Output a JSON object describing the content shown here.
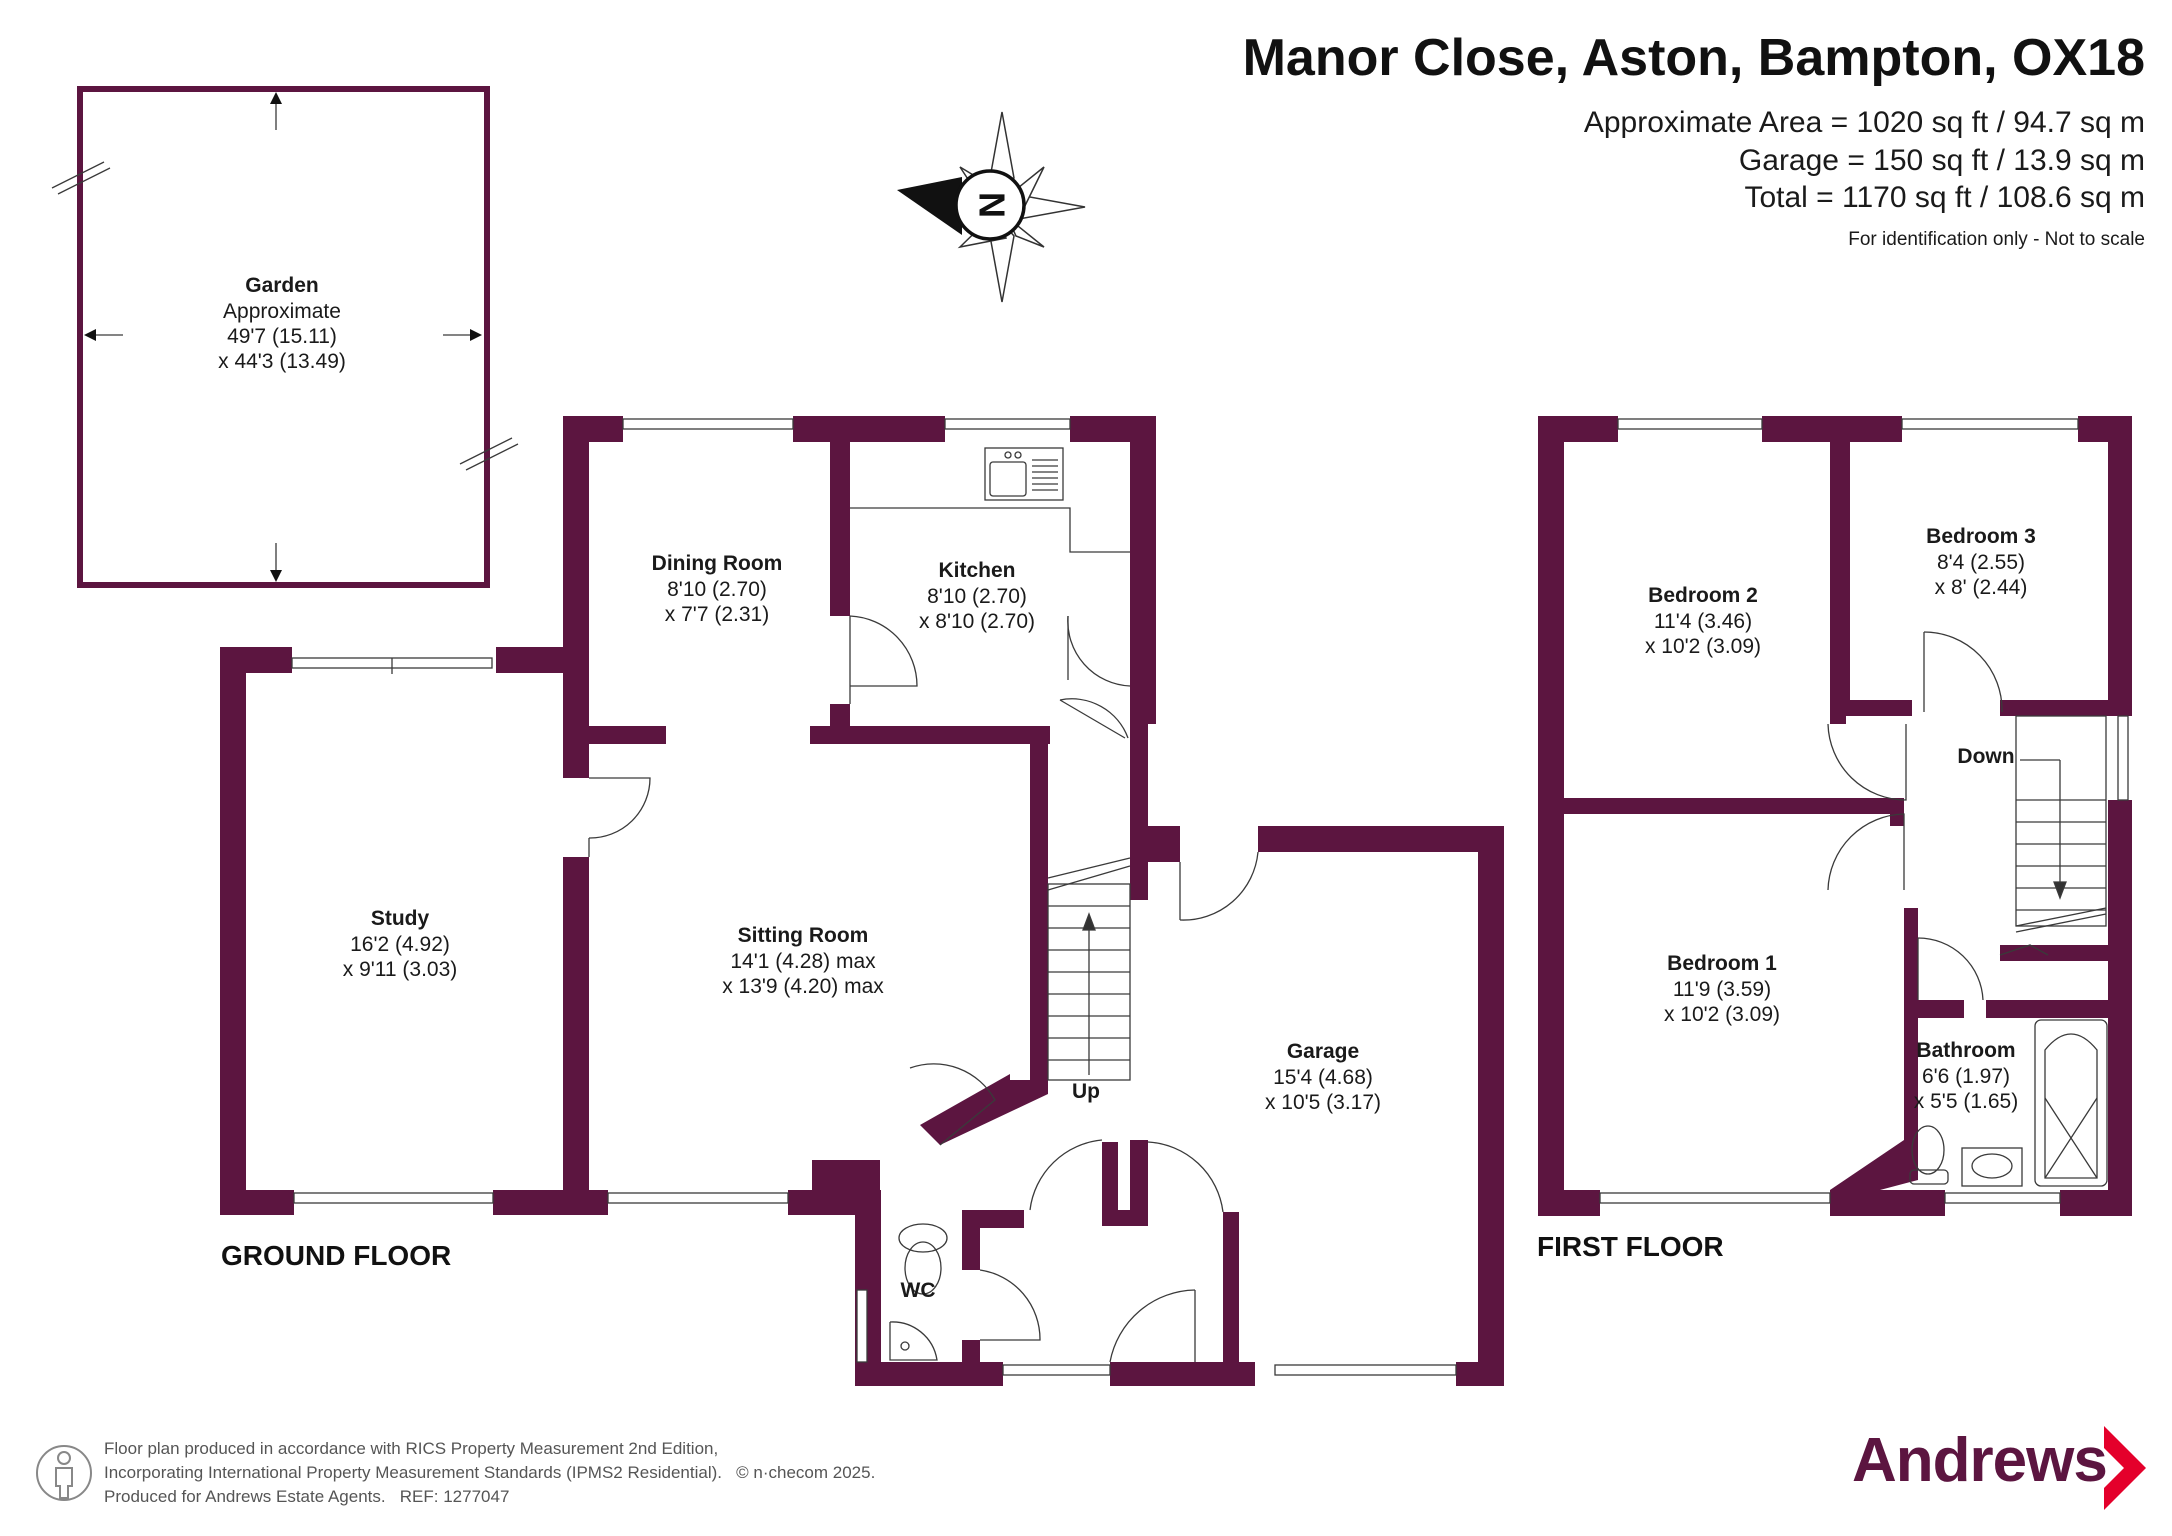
{
  "header": {
    "address": "Manor Close, Aston, Bampton, OX18",
    "area_line": "Approximate Area = 1020 sq ft / 94.7 sq m",
    "garage_line": "Garage = 150 sq ft / 13.9 sq m",
    "total_line": "Total = 1170 sq ft / 108.6 sq m",
    "note": "For identification only - Not to scale"
  },
  "compass": {
    "letter": "N",
    "icon": "compass-rose-icon"
  },
  "floors": {
    "ground": "GROUND FLOOR",
    "first": "FIRST FLOOR"
  },
  "garden": {
    "name": "Garden",
    "line1": "Approximate",
    "line2": "49'7 (15.11)",
    "line3": "x 44'3 (13.49)"
  },
  "rooms": {
    "dining": {
      "name": "Dining Room",
      "dim1": "8'10 (2.70)",
      "dim2": "x 7'7 (2.31)"
    },
    "kitchen": {
      "name": "Kitchen",
      "dim1": "8'10 (2.70)",
      "dim2": "x 8'10 (2.70)"
    },
    "study": {
      "name": "Study",
      "dim1": "16'2 (4.92)",
      "dim2": "x 9'11 (3.03)"
    },
    "sitting": {
      "name": "Sitting Room",
      "dim1": "14'1 (4.28) max",
      "dim2": "x 13'9 (4.20) max"
    },
    "garage": {
      "name": "Garage",
      "dim1": "15'4 (4.68)",
      "dim2": "x 10'5 (3.17)"
    },
    "wc": {
      "name": "WC"
    },
    "bedroom2": {
      "name": "Bedroom 2",
      "dim1": "11'4 (3.46)",
      "dim2": "x 10'2 (3.09)"
    },
    "bedroom3": {
      "name": "Bedroom 3",
      "dim1": "8'4 (2.55)",
      "dim2": "x 8' (2.44)"
    },
    "bedroom1": {
      "name": "Bedroom 1",
      "dim1": "11'9 (3.59)",
      "dim2": "x 10'2 (3.09)"
    },
    "bathroom": {
      "name": "Bathroom",
      "dim1": "6'6 (1.97)",
      "dim2": "x 5'5 (1.65)"
    }
  },
  "stairs": {
    "up": "Up",
    "down": "Down"
  },
  "footer": {
    "line1": "Floor plan produced in accordance with RICS Property Measurement 2nd Edition,",
    "line2": "Incorporating International Property Measurement Standards (IPMS2 Residential).   © n·checom 2025.",
    "line3": "Produced for Andrews Estate Agents.   REF: 1277047",
    "icon": "person-icon"
  },
  "brand": {
    "name": "Andrews",
    "color": "#5c1540",
    "accent": "#e4002b",
    "icon": "chevron-logo-icon"
  },
  "colors": {
    "wall": "#5c1540"
  }
}
